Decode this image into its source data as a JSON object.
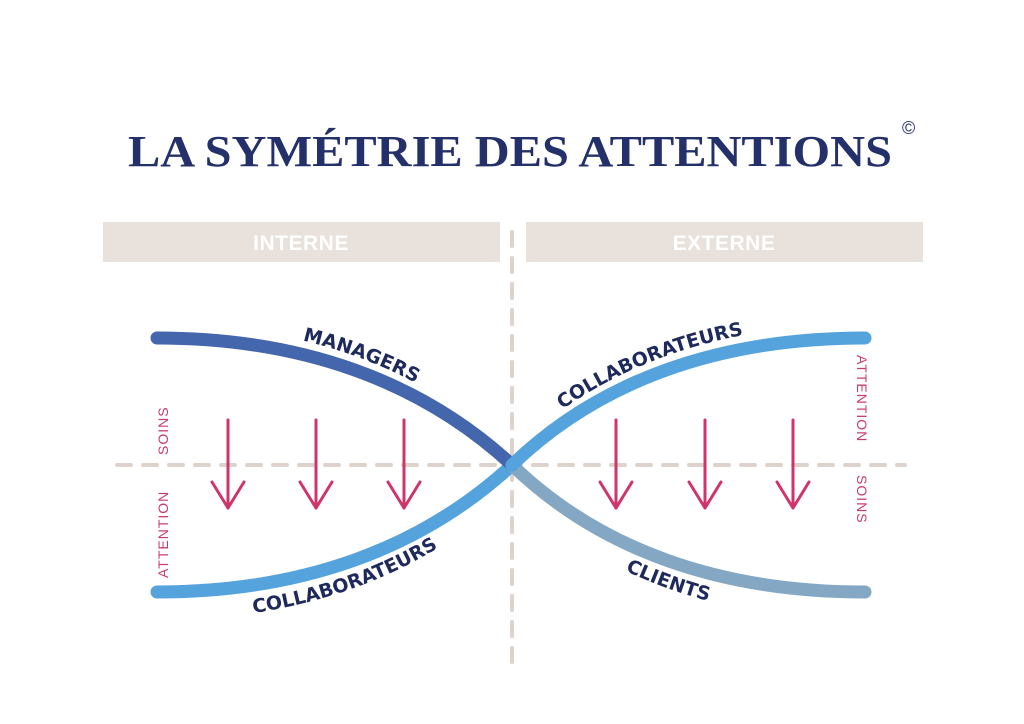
{
  "title": "LA SYMÉTRIE DES ATTENTIONS",
  "copyright": "©",
  "sections": {
    "left": "INTERNE",
    "right": "EXTERNE"
  },
  "curves": {
    "left_top": "MANAGERS",
    "left_bottom": "COLLABORATEURS",
    "right_top": "COLLABORATEURS",
    "right_bottom": "CLIENTS"
  },
  "axis_labels": {
    "attention": "ATTENTION",
    "soins": "SOINS"
  },
  "colors": {
    "navy": "#24306a",
    "managers": "#4466ad",
    "collab": "#55a3dd",
    "clients": "#84a8c4",
    "arrow": "#d0346a",
    "beige": "#e8e1dc"
  }
}
